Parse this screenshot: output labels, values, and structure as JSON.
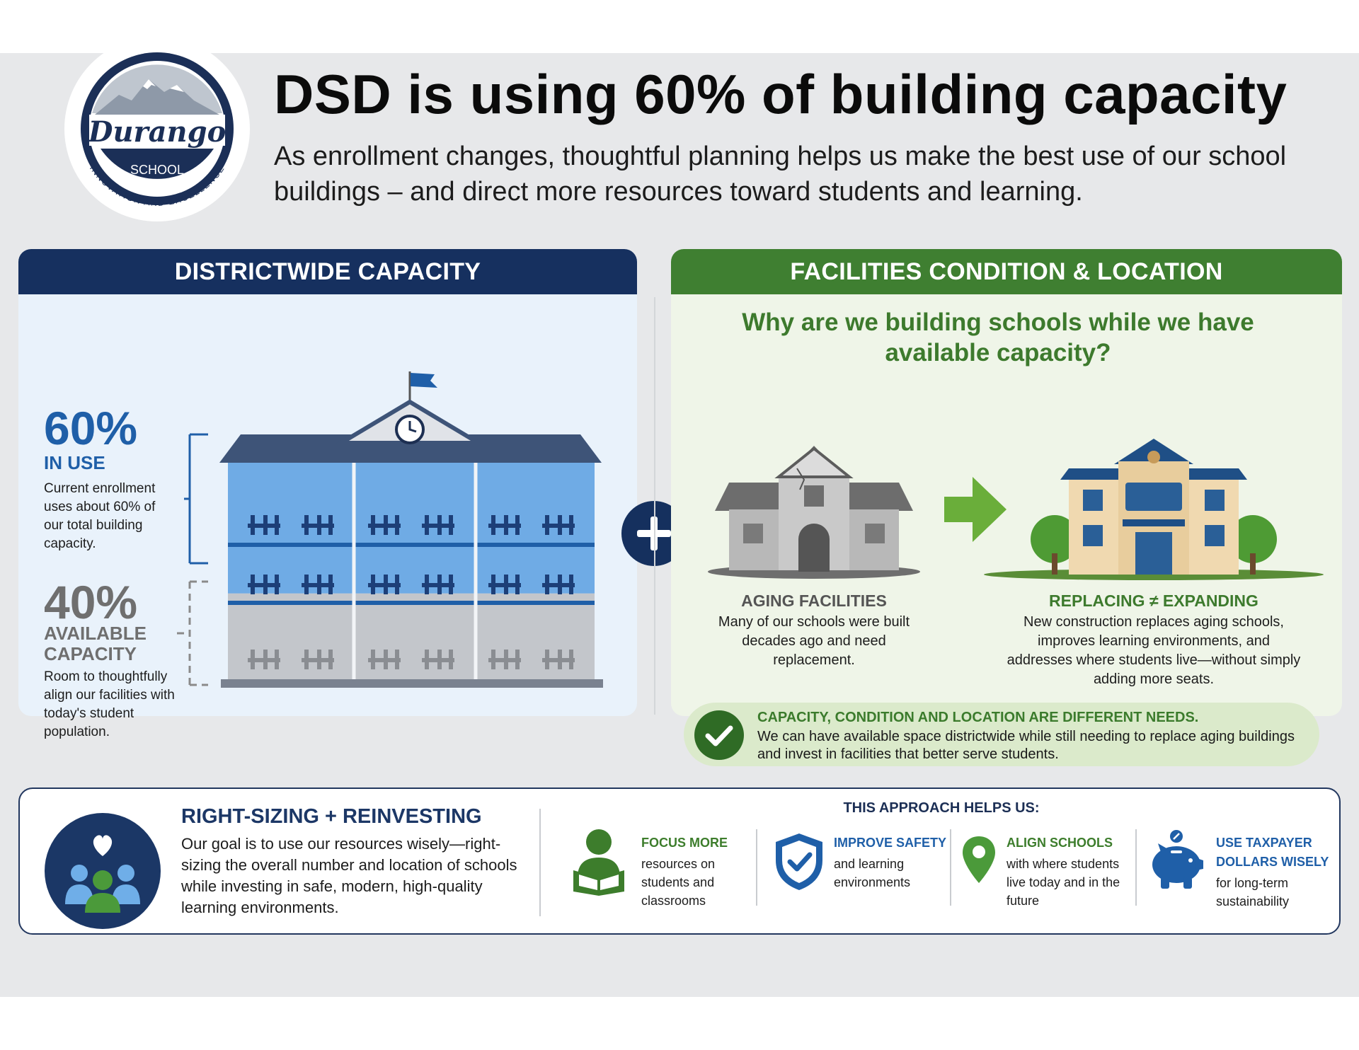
{
  "header": {
    "title": "DSD is using 60% of building capacity",
    "subtitle": "As enrollment changes, thoughtful planning helps us make the best use of our school buildings – and direct more resources toward students and learning."
  },
  "logo": {
    "name": "Durango",
    "line2": "SCHOOL",
    "line3": "DISTRICT",
    "motto": "INNOVATION AND EXCELLENCE"
  },
  "capacity": {
    "header": "DISTRICTWIDE CAPACITY",
    "in_use_pct": "60%",
    "in_use_label": "IN USE",
    "in_use_desc": "Current enrollment uses about 60% of our total building capacity.",
    "available_pct": "40%",
    "available_label_1": "AVAILABLE",
    "available_label_2": "CAPACITY",
    "available_desc": "Room to thoughtfully align our facilities with today's student population.",
    "in_use_fraction": 0.6
  },
  "facilities": {
    "header": "FACILITIES CONDITION & LOCATION",
    "question": "Why are we building schools while we have available capacity?",
    "aging_title": "AGING FACILITIES",
    "aging_desc": "Many of our schools were built decades ago and need replacement.",
    "replacing_title": "REPLACING ≠ EXPANDING",
    "replacing_desc": "New construction replaces aging schools, improves learning environments, and addresses where students live—without simply adding more seats.",
    "callout_title": "CAPACITY, CONDITION AND LOCATION ARE DIFFERENT NEEDS.",
    "callout_text": "We can have available space districtwide while still needing to replace aging buildings and invest in facilities that better serve students."
  },
  "bottom": {
    "title": "RIGHT-SIZING + REINVESTING",
    "text": "Our goal is to use our resources wisely—right-sizing the overall number and location of schools while investing in safe, modern, high-quality learning environments.",
    "approach_title": "THIS APPROACH HELPS US:",
    "items": [
      {
        "title": "FOCUS MORE",
        "text": "resources on students and classrooms",
        "icon": "reader-icon"
      },
      {
        "title": "IMPROVE SAFETY",
        "text": "and learning environments",
        "icon": "shield-check-icon"
      },
      {
        "title": "ALIGN SCHOOLS",
        "text": "with where students live today and in the future",
        "icon": "location-pin-icon"
      },
      {
        "title_1": "USE TAXPAYER",
        "title_2": "DOLLARS WISELY",
        "text": "for long-term sustainability",
        "icon": "piggy-bank-icon"
      }
    ]
  },
  "colors": {
    "navy": "#16305f",
    "green": "#3f7f31",
    "blue_accent": "#1f5fa8",
    "gray_text": "#6f6f6f"
  }
}
